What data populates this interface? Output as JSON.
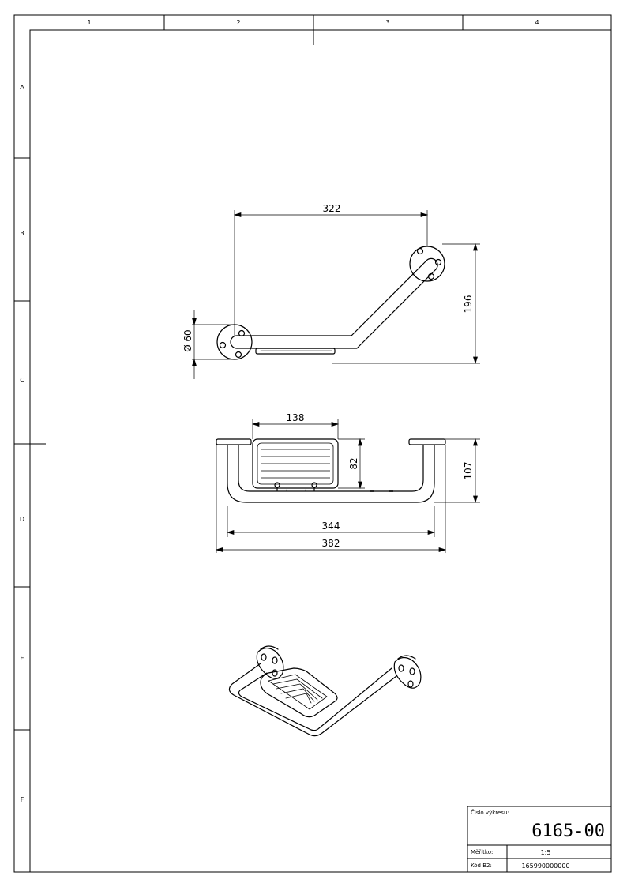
{
  "frame": {
    "columns": [
      "1",
      "2",
      "3",
      "4"
    ],
    "rows": [
      "A",
      "B",
      "C",
      "D",
      "E",
      "F"
    ]
  },
  "dimensions": {
    "top_view": {
      "width": "322",
      "height": "196",
      "flange_diameter": "60",
      "diameter_symbol": "Ø"
    },
    "front_view": {
      "basket_width": "138",
      "basket_height": "82",
      "total_height": "107",
      "inner_width": "344",
      "overall_width": "382"
    }
  },
  "title_block": {
    "drawing_number_label": "Číslo výkresu:",
    "drawing_number": "6165-00",
    "scale_label": "Měřítko:",
    "scale": "1:5",
    "code_label": "Kód B2:",
    "code": "165990000000"
  },
  "colors": {
    "line": "#000000",
    "background": "#ffffff"
  }
}
